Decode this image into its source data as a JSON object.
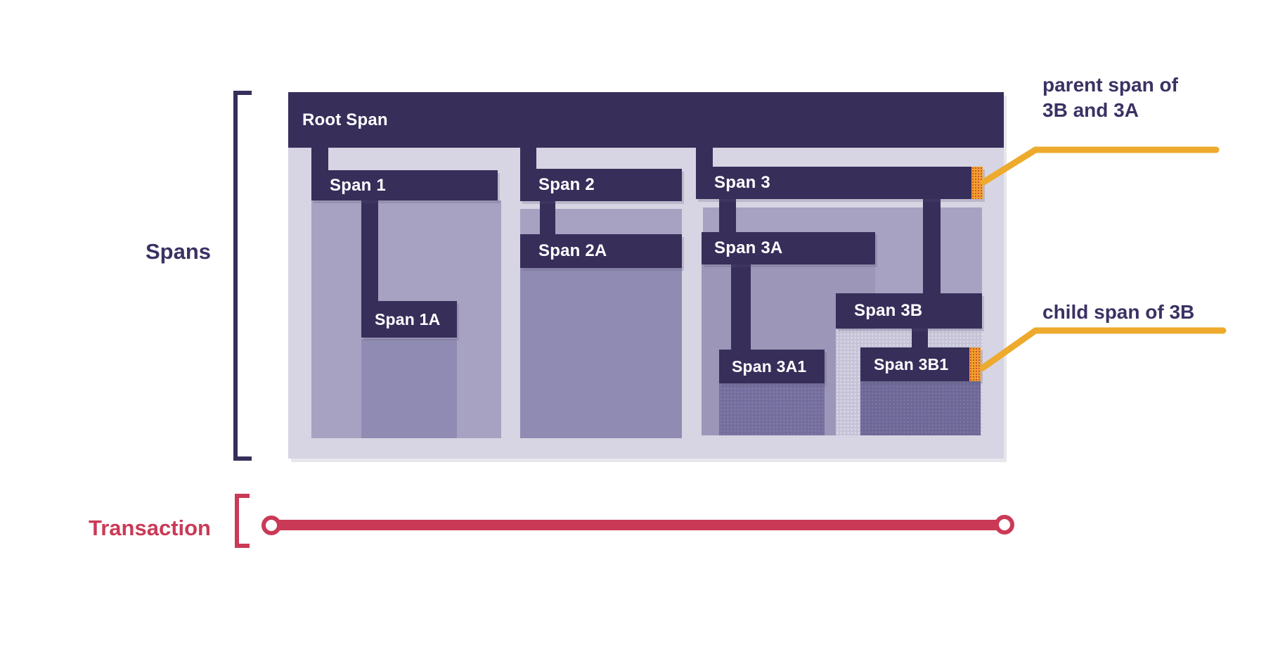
{
  "labels": {
    "spans": "Spans",
    "transaction": "Transaction"
  },
  "spans": {
    "root": "Root Span",
    "s1": "Span 1",
    "s1a": "Span 1A",
    "s2": "Span 2",
    "s2a": "Span 2A",
    "s3": "Span 3",
    "s3a": "Span 3A",
    "s3a1": "Span 3A1",
    "s3b": "Span 3B",
    "s3b1": "Span 3B1"
  },
  "annotations": {
    "parent_line1": "parent span of",
    "parent_line2": "3B and 3A",
    "child": "child span of 3B"
  },
  "colors": {
    "dark_purple_bar": "#372e5a",
    "root_container": "#d7d4e3",
    "fill_medium": "#a7a2c1",
    "fill_nested": "#908bb2",
    "fill_3a": "#9c97b9",
    "fill_3b_light": "#c6c3d8",
    "fill_deep_3a1": "#746e9e",
    "fill_deep_3b1": "#6e6898",
    "marker_orange": "#f0a42c",
    "leader_line_yellow": "#edaa2d",
    "transaction_red": "#ca3a56",
    "annotation_text": "#3b3163"
  }
}
